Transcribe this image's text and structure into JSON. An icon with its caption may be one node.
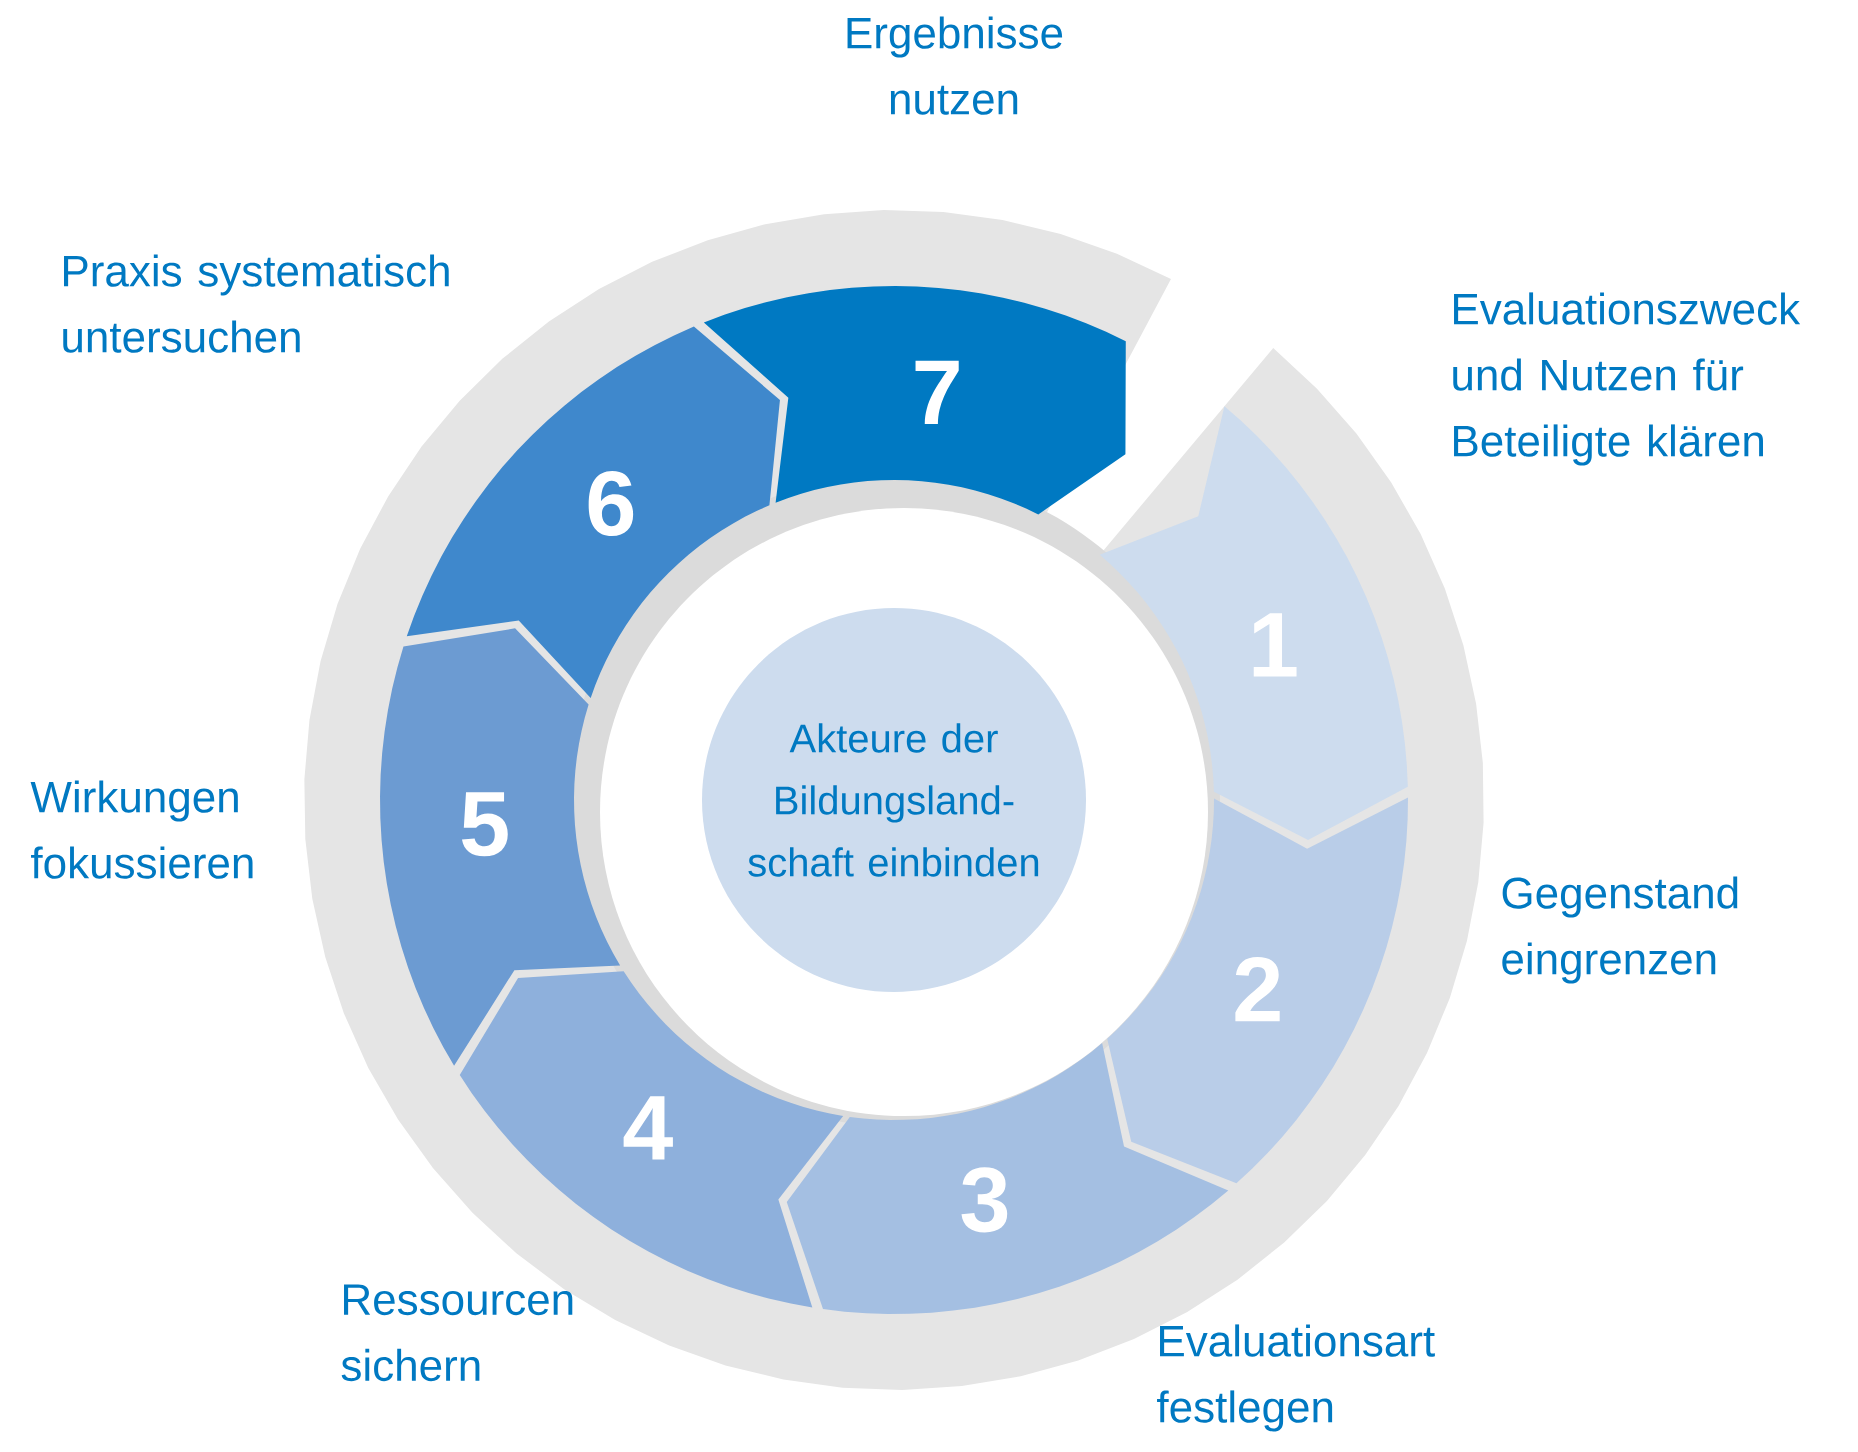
{
  "diagram": {
    "nodes": [
      {
        "text": [
          "1"
        ],
        "beside": [
          "Evaluationszweck und Nutzen für Beteiligte klären"
        ]
      },
      {
        "text": [
          "2"
        ],
        "beside": [
          "Gegenstand eingrenzen"
        ]
      },
      {
        "text": [
          "3"
        ],
        "beside": [
          "Evaluationsart festlegen"
        ]
      },
      {
        "text": [
          "4"
        ],
        "beside": [
          "Ressourcen sichern"
        ]
      },
      {
        "text": [
          "5"
        ],
        "beside": [
          "Wirkungen fokussieren"
        ]
      },
      {
        "text": [
          "6"
        ],
        "beside": [
          "Praxis systematisch untersuchen"
        ]
      },
      {
        "text": [
          "7"
        ],
        "beside": [
          "Ergebnisse nutzen"
        ]
      },
      {
        "text": [
          "Akteure der Bildungsland-schaft einbinden"
        ]
      }
    ]
  }
}
